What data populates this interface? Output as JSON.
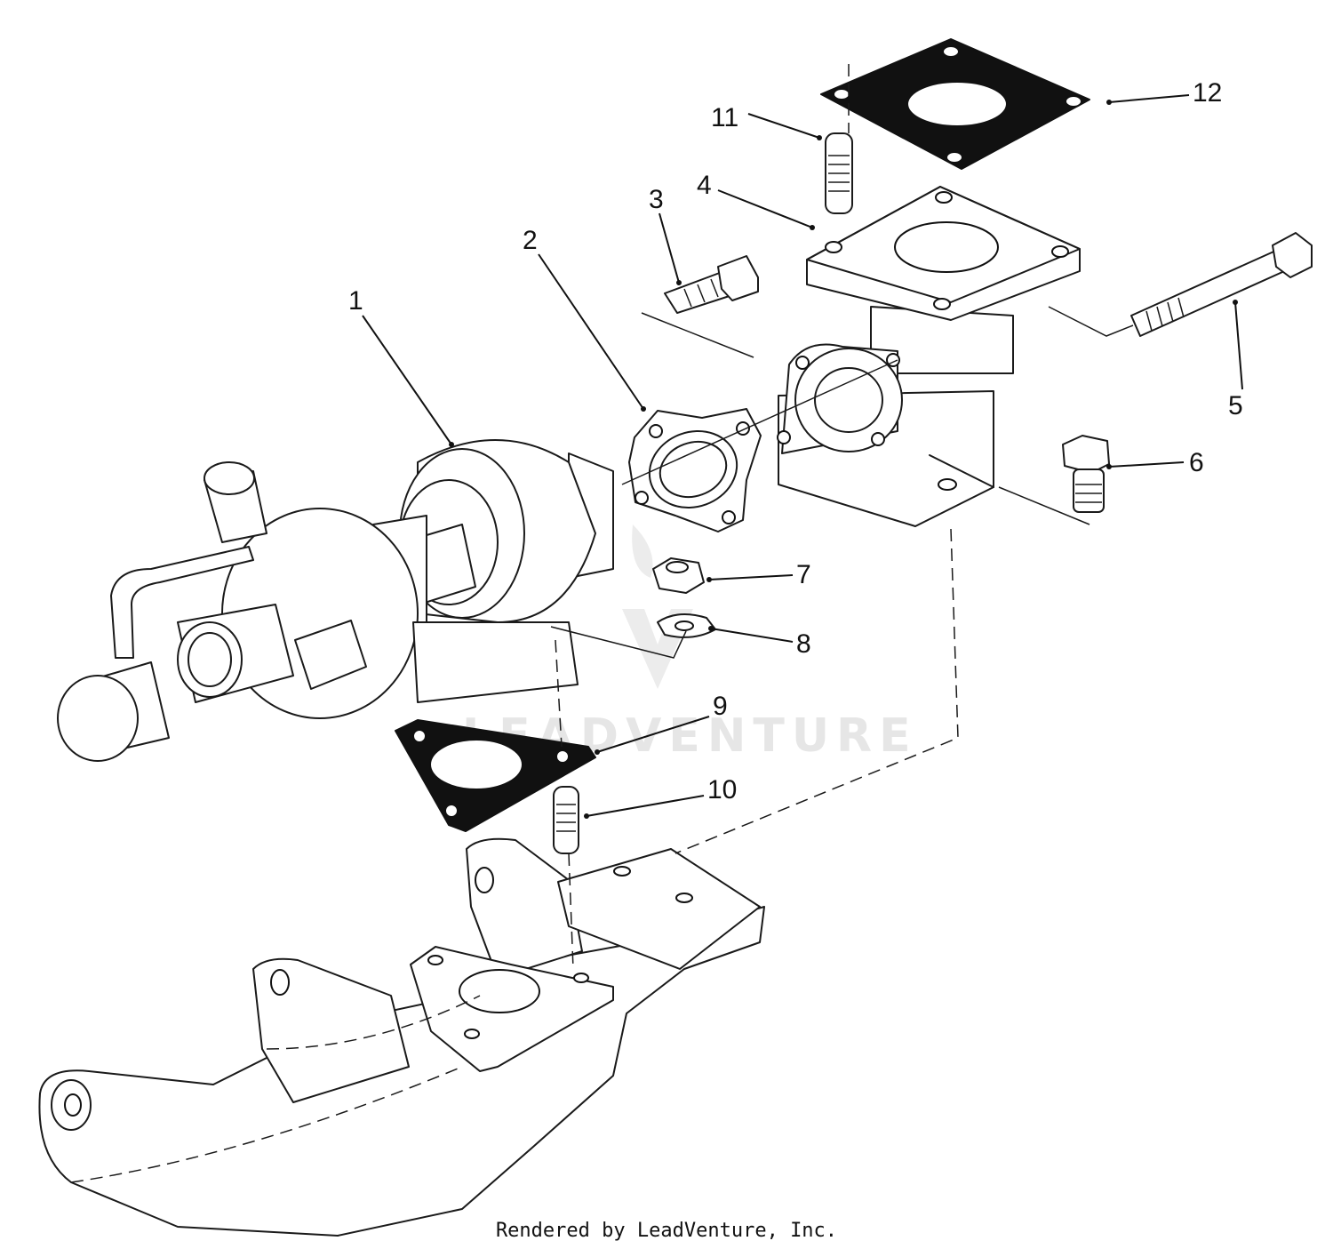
{
  "callouts": [
    {
      "id": "1",
      "label": "1"
    },
    {
      "id": "2",
      "label": "2"
    },
    {
      "id": "3",
      "label": "3"
    },
    {
      "id": "4",
      "label": "4"
    },
    {
      "id": "5",
      "label": "5"
    },
    {
      "id": "6",
      "label": "6"
    },
    {
      "id": "7",
      "label": "7"
    },
    {
      "id": "8",
      "label": "8"
    },
    {
      "id": "9",
      "label": "9"
    },
    {
      "id": "10",
      "label": "10"
    },
    {
      "id": "11",
      "label": "11"
    },
    {
      "id": "12",
      "label": "12"
    }
  ],
  "watermark": "LEADVENTURE",
  "footer": "Rendered by LeadVenture, Inc."
}
